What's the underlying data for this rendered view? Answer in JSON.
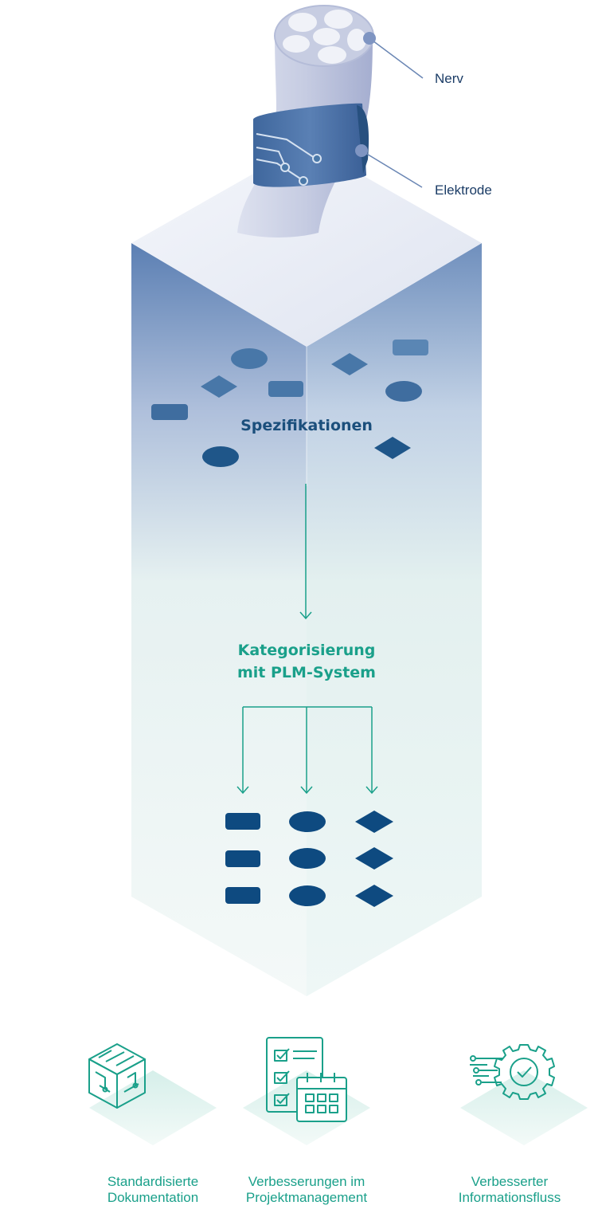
{
  "callouts": {
    "nerve": "Nerv",
    "electrode": "Elektrode"
  },
  "column": {
    "specifications": "Spezifikationen",
    "categorization_line1": "Kategorisierung",
    "categorization_line2": "mit PLM-System"
  },
  "benefits": [
    {
      "icon": "circuit-cube-icon",
      "line1": "Standardisierte",
      "line2": "Dokumentation"
    },
    {
      "icon": "checklist-calendar-icon",
      "line1": "Verbesserungen im",
      "line2": "Projektmanagement"
    },
    {
      "icon": "gear-check-icon",
      "line1": "Verbesserter",
      "line2": "Informationsfluss"
    }
  ],
  "colors": {
    "dark_blue": "#0e4a80",
    "mid_blue": "#4a78a8",
    "teal": "#1aa08a",
    "column_light": "#eaf4f3"
  }
}
